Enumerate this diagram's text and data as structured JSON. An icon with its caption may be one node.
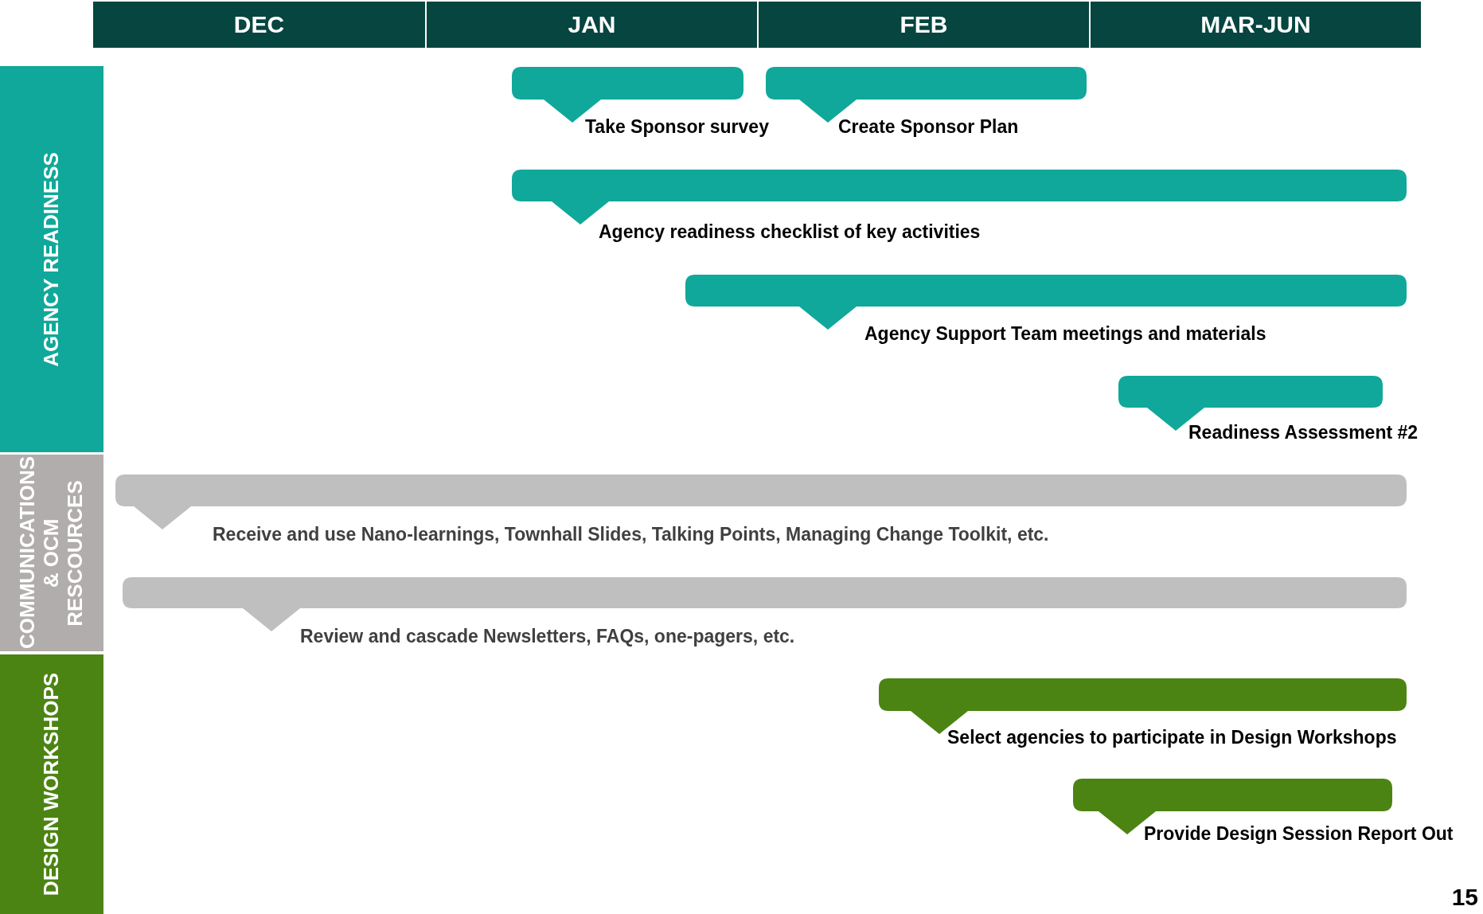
{
  "diagram": {
    "nodes": [
      {
        "text": [
          "DEC"
        ]
      },
      {
        "text": [
          "JAN"
        ]
      },
      {
        "text": [
          "FEB"
        ]
      },
      {
        "text": [
          "MAR-JUN"
        ]
      },
      {
        "text": [
          "AGENCY READINESS"
        ]
      },
      {
        "text": [
          "COMMUNICATIONS & OCM RESCOURCES"
        ]
      },
      {
        "text": [
          "DESIGN WORKSHOPS"
        ]
      },
      {
        "text": [
          "Take Sponsor survey"
        ]
      },
      {
        "text": [
          "Create Sponsor Plan"
        ]
      },
      {
        "text": [
          "Agency readiness checklist of key activities"
        ]
      },
      {
        "text": [
          "Agency Support Team meetings and materials"
        ]
      },
      {
        "text": [
          "Readiness Assessment #2"
        ]
      },
      {
        "text": [
          "Receive and use Nano-learnings, Townhall Slides, Talking Points, Managing Change Toolkit, etc."
        ]
      },
      {
        "text": [
          "Review and cascade Newsletters, FAQs, one-pagers, etc."
        ]
      },
      {
        "text": [
          "Select agencies to participate in Design Workshops"
        ]
      },
      {
        "text": [
          "Provide Design Session Report Out"
        ]
      }
    ],
    "labels": [
      "15"
    ]
  }
}
